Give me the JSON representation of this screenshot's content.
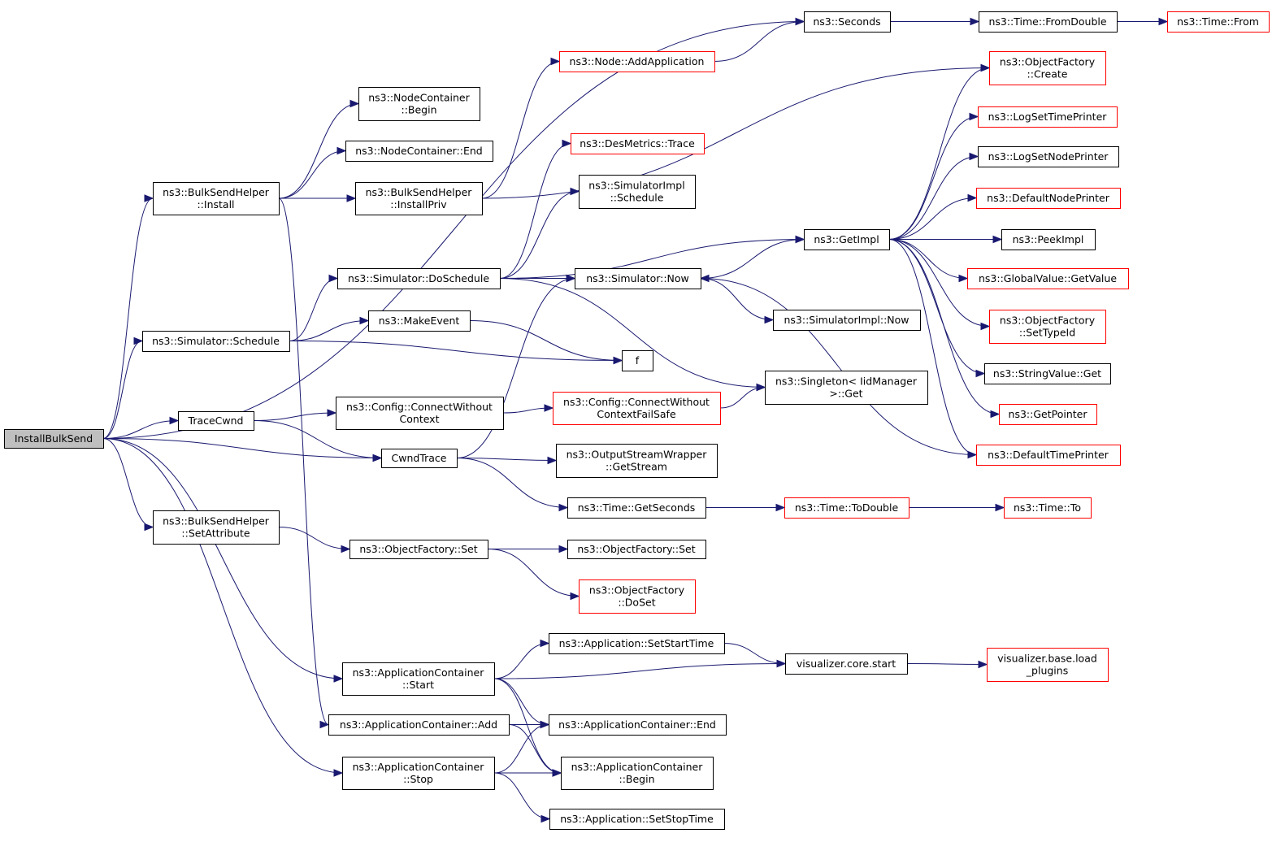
{
  "diagram": {
    "edge_color": "#191970",
    "missing_doc_color": "#ff0000",
    "root_fill": "#bfbfbf",
    "nodes": [
      {
        "id": "installbulksend",
        "lines": [
          "InstallBulkSend"
        ],
        "style": "root"
      },
      {
        "id": "seconds",
        "lines": [
          "ns3::Seconds"
        ],
        "style": "black"
      },
      {
        "id": "time-fromdouble",
        "lines": [
          "ns3::Time::FromDouble"
        ],
        "style": "black"
      },
      {
        "id": "time-from",
        "lines": [
          "ns3::Time::From"
        ],
        "style": "red"
      },
      {
        "id": "node-addapplication",
        "lines": [
          "ns3::Node::AddApplication"
        ],
        "style": "red"
      },
      {
        "id": "objectfactory-create",
        "lines": [
          "ns3::ObjectFactory",
          "::Create"
        ],
        "style": "red"
      },
      {
        "id": "nodecontainer-begin",
        "lines": [
          "ns3::NodeContainer",
          "::Begin"
        ],
        "style": "black"
      },
      {
        "id": "logsettimeprinter",
        "lines": [
          "ns3::LogSetTimePrinter"
        ],
        "style": "red"
      },
      {
        "id": "desmetrics-trace",
        "lines": [
          "ns3::DesMetrics::Trace"
        ],
        "style": "red"
      },
      {
        "id": "nodecontainer-end",
        "lines": [
          "ns3::NodeContainer::End"
        ],
        "style": "black"
      },
      {
        "id": "logsetnodeprinter",
        "lines": [
          "ns3::LogSetNodePrinter"
        ],
        "style": "black"
      },
      {
        "id": "simulatorimpl-schedule",
        "lines": [
          "ns3::SimulatorImpl",
          "::Schedule"
        ],
        "style": "black"
      },
      {
        "id": "bulksendhelper-install",
        "lines": [
          "ns3::BulkSendHelper",
          "::Install"
        ],
        "style": "black"
      },
      {
        "id": "bulksendhelper-installpriv",
        "lines": [
          "ns3::BulkSendHelper",
          "::InstallPriv"
        ],
        "style": "black"
      },
      {
        "id": "defaultnodeprinter",
        "lines": [
          "ns3::DefaultNodePrinter"
        ],
        "style": "red"
      },
      {
        "id": "getimpl",
        "lines": [
          "ns3::GetImpl"
        ],
        "style": "black"
      },
      {
        "id": "peekimpl",
        "lines": [
          "ns3::PeekImpl"
        ],
        "style": "black"
      },
      {
        "id": "simulator-doschedule",
        "lines": [
          "ns3::Simulator::DoSchedule"
        ],
        "style": "black"
      },
      {
        "id": "simulator-now",
        "lines": [
          "ns3::Simulator::Now"
        ],
        "style": "black"
      },
      {
        "id": "globalvalue-getvalue",
        "lines": [
          "ns3::GlobalValue::GetValue"
        ],
        "style": "red"
      },
      {
        "id": "simulatorimpl-now",
        "lines": [
          "ns3::SimulatorImpl::Now"
        ],
        "style": "black"
      },
      {
        "id": "objectfactory-settypeid",
        "lines": [
          "ns3::ObjectFactory",
          "::SetTypeId"
        ],
        "style": "red"
      },
      {
        "id": "makeevent",
        "lines": [
          "ns3::MakeEvent"
        ],
        "style": "black"
      },
      {
        "id": "simulator-schedule",
        "lines": [
          "ns3::Simulator::Schedule"
        ],
        "style": "black"
      },
      {
        "id": "f",
        "lines": [
          "f"
        ],
        "style": "black"
      },
      {
        "id": "stringvalue-get",
        "lines": [
          "ns3::StringValue::Get"
        ],
        "style": "black"
      },
      {
        "id": "singleton-get",
        "lines": [
          "ns3::Singleton< IidManager",
          ">::Get"
        ],
        "style": "black"
      },
      {
        "id": "config-connectwithoutcontext",
        "lines": [
          "ns3::Config::ConnectWithout",
          "Context"
        ],
        "style": "black"
      },
      {
        "id": "config-connectwithoutcontextfailsafe",
        "lines": [
          "ns3::Config::ConnectWithout",
          "ContextFailSafe"
        ],
        "style": "red"
      },
      {
        "id": "tracecwnd",
        "lines": [
          "TraceCwnd"
        ],
        "style": "black"
      },
      {
        "id": "getpointer",
        "lines": [
          "ns3::GetPointer"
        ],
        "style": "red"
      },
      {
        "id": "cwndtrace",
        "lines": [
          "CwndTrace"
        ],
        "style": "black"
      },
      {
        "id": "outputstreamwrapper-getstream",
        "lines": [
          "ns3::OutputStreamWrapper",
          "::GetStream"
        ],
        "style": "black"
      },
      {
        "id": "defaulttimeprinter",
        "lines": [
          "ns3::DefaultTimePrinter"
        ],
        "style": "red"
      },
      {
        "id": "time-getseconds",
        "lines": [
          "ns3::Time::GetSeconds"
        ],
        "style": "black"
      },
      {
        "id": "time-todouble",
        "lines": [
          "ns3::Time::ToDouble"
        ],
        "style": "red"
      },
      {
        "id": "time-to",
        "lines": [
          "ns3::Time::To"
        ],
        "style": "red"
      },
      {
        "id": "bulksendhelper-setattribute",
        "lines": [
          "ns3::BulkSendHelper",
          "::SetAttribute"
        ],
        "style": "black"
      },
      {
        "id": "objectfactory-set-1",
        "lines": [
          "ns3::ObjectFactory::Set"
        ],
        "style": "black"
      },
      {
        "id": "objectfactory-set-2",
        "lines": [
          "ns3::ObjectFactory::Set"
        ],
        "style": "black"
      },
      {
        "id": "objectfactory-doset",
        "lines": [
          "ns3::ObjectFactory",
          "::DoSet"
        ],
        "style": "red"
      },
      {
        "id": "application-setstarttime",
        "lines": [
          "ns3::Application::SetStartTime"
        ],
        "style": "black"
      },
      {
        "id": "visualizer-core-start",
        "lines": [
          "visualizer.core.start"
        ],
        "style": "black"
      },
      {
        "id": "visualizer-base-load-plugins",
        "lines": [
          "visualizer.base.load",
          "_plugins"
        ],
        "style": "red"
      },
      {
        "id": "applicationcontainer-start",
        "lines": [
          "ns3::ApplicationContainer",
          "::Start"
        ],
        "style": "black"
      },
      {
        "id": "applicationcontainer-add",
        "lines": [
          "ns3::ApplicationContainer::Add"
        ],
        "style": "black"
      },
      {
        "id": "applicationcontainer-end",
        "lines": [
          "ns3::ApplicationContainer::End"
        ],
        "style": "black"
      },
      {
        "id": "applicationcontainer-stop",
        "lines": [
          "ns3::ApplicationContainer",
          "::Stop"
        ],
        "style": "black"
      },
      {
        "id": "applicationcontainer-begin",
        "lines": [
          "ns3::ApplicationContainer",
          "::Begin"
        ],
        "style": "black"
      },
      {
        "id": "application-setstoptime",
        "lines": [
          "ns3::Application::SetStopTime"
        ],
        "style": "black"
      }
    ],
    "edges": [
      [
        "installbulksend",
        "seconds"
      ],
      [
        "installbulksend",
        "bulksendhelper-install"
      ],
      [
        "installbulksend",
        "simulator-schedule"
      ],
      [
        "installbulksend",
        "tracecwnd"
      ],
      [
        "installbulksend",
        "cwndtrace"
      ],
      [
        "installbulksend",
        "bulksendhelper-setattribute"
      ],
      [
        "installbulksend",
        "applicationcontainer-start"
      ],
      [
        "installbulksend",
        "applicationcontainer-stop"
      ],
      [
        "seconds",
        "time-fromdouble"
      ],
      [
        "time-fromdouble",
        "time-from"
      ],
      [
        "node-addapplication",
        "seconds"
      ],
      [
        "bulksendhelper-install",
        "nodecontainer-begin"
      ],
      [
        "bulksendhelper-install",
        "nodecontainer-end"
      ],
      [
        "bulksendhelper-install",
        "bulksendhelper-installpriv"
      ],
      [
        "bulksendhelper-install",
        "applicationcontainer-add"
      ],
      [
        "bulksendhelper-installpriv",
        "node-addapplication"
      ],
      [
        "bulksendhelper-installpriv",
        "objectfactory-create"
      ],
      [
        "simulator-schedule",
        "simulator-doschedule"
      ],
      [
        "simulator-schedule",
        "makeevent"
      ],
      [
        "simulator-schedule",
        "f"
      ],
      [
        "makeevent",
        "f"
      ],
      [
        "simulator-doschedule",
        "desmetrics-trace"
      ],
      [
        "simulator-doschedule",
        "simulatorimpl-schedule"
      ],
      [
        "simulator-doschedule",
        "getimpl"
      ],
      [
        "simulator-doschedule",
        "simulator-now"
      ],
      [
        "simulator-doschedule",
        "singleton-get"
      ],
      [
        "simulator-now",
        "getimpl"
      ],
      [
        "simulator-now",
        "simulatorimpl-now"
      ],
      [
        "getimpl",
        "objectfactory-create"
      ],
      [
        "getimpl",
        "logsettimeprinter"
      ],
      [
        "getimpl",
        "logsetnodeprinter"
      ],
      [
        "getimpl",
        "defaultnodeprinter"
      ],
      [
        "getimpl",
        "peekimpl"
      ],
      [
        "getimpl",
        "globalvalue-getvalue"
      ],
      [
        "getimpl",
        "objectfactory-settypeid"
      ],
      [
        "getimpl",
        "stringvalue-get"
      ],
      [
        "getimpl",
        "getpointer"
      ],
      [
        "getimpl",
        "defaulttimeprinter"
      ],
      [
        "defaulttimeprinter",
        "simulator-now"
      ],
      [
        "tracecwnd",
        "config-connectwithoutcontext"
      ],
      [
        "tracecwnd",
        "cwndtrace"
      ],
      [
        "config-connectwithoutcontext",
        "config-connectwithoutcontextfailsafe"
      ],
      [
        "config-connectwithoutcontextfailsafe",
        "singleton-get"
      ],
      [
        "cwndtrace",
        "simulator-now"
      ],
      [
        "cwndtrace",
        "outputstreamwrapper-getstream"
      ],
      [
        "cwndtrace",
        "time-getseconds"
      ],
      [
        "time-getseconds",
        "time-todouble"
      ],
      [
        "time-todouble",
        "time-to"
      ],
      [
        "bulksendhelper-setattribute",
        "objectfactory-set-1"
      ],
      [
        "objectfactory-set-1",
        "objectfactory-set-2"
      ],
      [
        "objectfactory-set-1",
        "objectfactory-doset"
      ],
      [
        "applicationcontainer-start",
        "application-setstarttime"
      ],
      [
        "applicationcontainer-start",
        "visualizer-core-start"
      ],
      [
        "applicationcontainer-start",
        "applicationcontainer-end"
      ],
      [
        "applicationcontainer-start",
        "applicationcontainer-begin"
      ],
      [
        "application-setstarttime",
        "visualizer-core-start"
      ],
      [
        "visualizer-core-start",
        "visualizer-base-load-plugins"
      ],
      [
        "applicationcontainer-add",
        "applicationcontainer-end"
      ],
      [
        "applicationcontainer-add",
        "applicationcontainer-begin"
      ],
      [
        "applicationcontainer-stop",
        "applicationcontainer-end"
      ],
      [
        "applicationcontainer-stop",
        "applicationcontainer-begin"
      ],
      [
        "applicationcontainer-stop",
        "application-setstoptime"
      ]
    ]
  }
}
